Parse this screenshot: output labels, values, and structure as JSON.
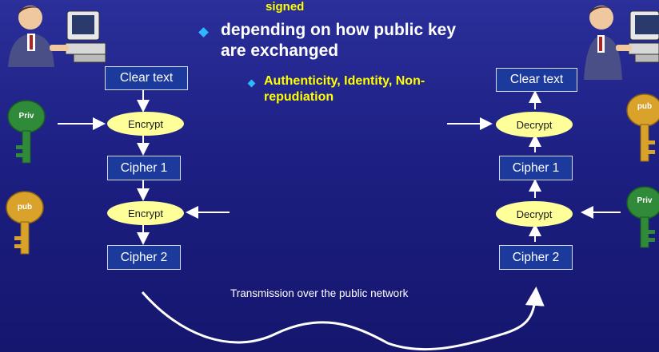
{
  "slide": {
    "text_top_fragment": "signed",
    "bullet_main": "depending on how public key are exchanged",
    "bullet_sub": "Authenticity, Identity, Non-repudiation",
    "transmission_label": "Transmission over the public network"
  },
  "left": {
    "clear_text": "Clear text",
    "encrypt_1": "Encrypt",
    "cipher_1": "Cipher 1",
    "encrypt_2": "Encrypt",
    "cipher_2": "Cipher 2",
    "key_top": "Priv",
    "key_bottom": "pub"
  },
  "right": {
    "clear_text": "Clear text",
    "decrypt_1": "Decrypt",
    "cipher_1": "Cipher 1",
    "decrypt_2": "Decrypt",
    "cipher_2": "Cipher 2",
    "key_top": "pub",
    "key_bottom": "Priv"
  },
  "colors": {
    "background": "#1d1f82",
    "box_fill": "#1b3a9c",
    "ellipse_fill": "#ffff99",
    "key_green": "#2f8a3a",
    "key_gold": "#d9a22a",
    "bullet": "#2fb8ff",
    "sub_text": "#ffff00"
  }
}
